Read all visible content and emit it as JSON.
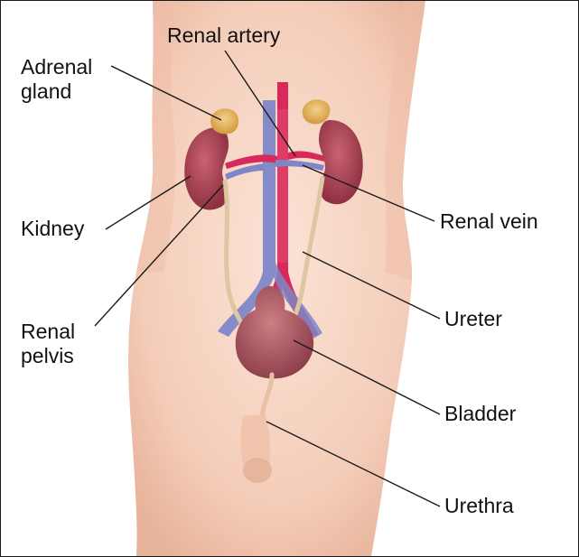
{
  "labels": {
    "renal_artery": "Renal artery",
    "adrenal_gland_line1": "Adrenal",
    "adrenal_gland_line2": "gland",
    "kidney": "Kidney",
    "renal_vein": "Renal vein",
    "renal_pelvis_line1": "Renal",
    "renal_pelvis_line2": "pelvis",
    "ureter": "Ureter",
    "bladder": "Bladder",
    "urethra": "Urethra"
  },
  "colors": {
    "skin": "#f6d5c4",
    "skin_shade": "#e9b9a2",
    "artery": "#d9285a",
    "vein": "#7f86c8",
    "kidney": "#b2485a",
    "adrenal": "#e8b55a",
    "ureter": "#dcc7a0",
    "bladder": "#b8606a",
    "leader_line": "#1a1a1a"
  }
}
